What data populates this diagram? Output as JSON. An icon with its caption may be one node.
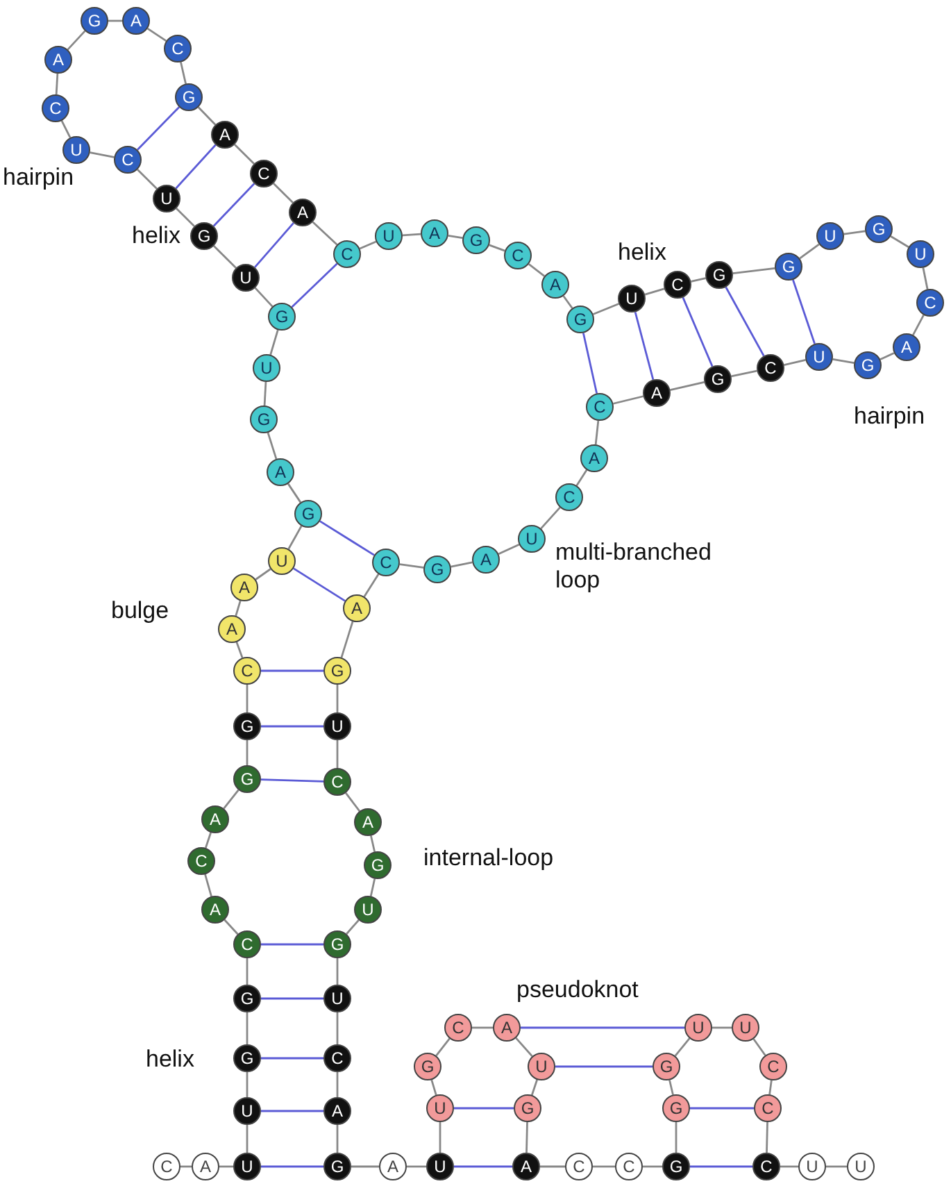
{
  "diagram": {
    "nodes": [
      {
        "text": [
          "C"
        ]
      },
      {
        "text": [
          "A"
        ]
      },
      {
        "text": [
          "U"
        ]
      },
      {
        "text": [
          "U"
        ]
      },
      {
        "text": [
          "G"
        ]
      },
      {
        "text": [
          "G"
        ]
      },
      {
        "text": [
          "C"
        ]
      },
      {
        "text": [
          "A"
        ]
      },
      {
        "text": [
          "C"
        ]
      },
      {
        "text": [
          "A"
        ]
      },
      {
        "text": [
          "G"
        ]
      },
      {
        "text": [
          "G"
        ]
      },
      {
        "text": [
          "C"
        ]
      },
      {
        "text": [
          "A"
        ]
      },
      {
        "text": [
          "A"
        ]
      },
      {
        "text": [
          "U"
        ]
      },
      {
        "text": [
          "G"
        ]
      },
      {
        "text": [
          "A"
        ]
      },
      {
        "text": [
          "G"
        ]
      },
      {
        "text": [
          "U"
        ]
      },
      {
        "text": [
          "G"
        ]
      },
      {
        "text": [
          "U"
        ]
      },
      {
        "text": [
          "G"
        ]
      },
      {
        "text": [
          "U"
        ]
      },
      {
        "text": [
          "C"
        ]
      },
      {
        "text": [
          "U"
        ]
      },
      {
        "text": [
          "C"
        ]
      },
      {
        "text": [
          "A"
        ]
      },
      {
        "text": [
          "G"
        ]
      },
      {
        "text": [
          "A"
        ]
      },
      {
        "text": [
          "C"
        ]
      },
      {
        "text": [
          "G"
        ]
      },
      {
        "text": [
          "A"
        ]
      },
      {
        "text": [
          "C"
        ]
      },
      {
        "text": [
          "A"
        ]
      },
      {
        "text": [
          "C"
        ]
      },
      {
        "text": [
          "U"
        ]
      },
      {
        "text": [
          "A"
        ]
      },
      {
        "text": [
          "G"
        ]
      },
      {
        "text": [
          "C"
        ]
      },
      {
        "text": [
          "A"
        ]
      },
      {
        "text": [
          "G"
        ]
      },
      {
        "text": [
          "U"
        ]
      },
      {
        "text": [
          "C"
        ]
      },
      {
        "text": [
          "G"
        ]
      },
      {
        "text": [
          "G"
        ]
      },
      {
        "text": [
          "U"
        ]
      },
      {
        "text": [
          "G"
        ]
      },
      {
        "text": [
          "U"
        ]
      },
      {
        "text": [
          "C"
        ]
      },
      {
        "text": [
          "A"
        ]
      },
      {
        "text": [
          "G"
        ]
      },
      {
        "text": [
          "U"
        ]
      },
      {
        "text": [
          "C"
        ]
      },
      {
        "text": [
          "G"
        ]
      },
      {
        "text": [
          "A"
        ]
      },
      {
        "text": [
          "C"
        ]
      },
      {
        "text": [
          "A"
        ]
      },
      {
        "text": [
          "C"
        ]
      },
      {
        "text": [
          "U"
        ]
      },
      {
        "text": [
          "A"
        ]
      },
      {
        "text": [
          "G"
        ]
      },
      {
        "text": [
          "C"
        ]
      },
      {
        "text": [
          "A"
        ]
      },
      {
        "text": [
          "G"
        ]
      },
      {
        "text": [
          "U"
        ]
      },
      {
        "text": [
          "C"
        ]
      },
      {
        "text": [
          "A"
        ]
      },
      {
        "text": [
          "G"
        ]
      },
      {
        "text": [
          "U"
        ]
      },
      {
        "text": [
          "G"
        ]
      },
      {
        "text": [
          "U"
        ]
      },
      {
        "text": [
          "C"
        ]
      },
      {
        "text": [
          "A"
        ]
      },
      {
        "text": [
          "G"
        ]
      },
      {
        "text": [
          "A"
        ]
      },
      {
        "text": [
          "U"
        ]
      },
      {
        "text": [
          "U"
        ]
      },
      {
        "text": [
          "G"
        ]
      },
      {
        "text": [
          "C"
        ]
      },
      {
        "text": [
          "A"
        ]
      },
      {
        "text": [
          "U"
        ]
      },
      {
        "text": [
          "G"
        ]
      },
      {
        "text": [
          "A"
        ]
      },
      {
        "text": [
          "C"
        ]
      },
      {
        "text": [
          "C"
        ]
      },
      {
        "text": [
          "G"
        ]
      },
      {
        "text": [
          "G"
        ]
      },
      {
        "text": [
          "G"
        ]
      },
      {
        "text": [
          "U"
        ]
      },
      {
        "text": [
          "U"
        ]
      },
      {
        "text": [
          "C"
        ]
      },
      {
        "text": [
          "C"
        ]
      },
      {
        "text": [
          "C"
        ]
      },
      {
        "text": [
          "U"
        ]
      },
      {
        "text": [
          "U"
        ]
      }
    ],
    "edges": [
      {
        "from": 0,
        "to": 1,
        "arrow": "none"
      },
      {
        "from": 1,
        "to": 2,
        "arrow": "none"
      },
      {
        "from": 2,
        "to": 3,
        "arrow": "none"
      },
      {
        "from": 3,
        "to": 4,
        "arrow": "none"
      },
      {
        "from": 4,
        "to": 5,
        "arrow": "none"
      },
      {
        "from": 5,
        "to": 6,
        "arrow": "none"
      },
      {
        "from": 6,
        "to": 7,
        "arrow": "none"
      },
      {
        "from": 7,
        "to": 8,
        "arrow": "none"
      },
      {
        "from": 8,
        "to": 9,
        "arrow": "none"
      },
      {
        "from": 9,
        "to": 10,
        "arrow": "none"
      },
      {
        "from": 10,
        "to": 11,
        "arrow": "none"
      },
      {
        "from": 11,
        "to": 12,
        "arrow": "none"
      },
      {
        "from": 12,
        "to": 13,
        "arrow": "none"
      },
      {
        "from": 13,
        "to": 14,
        "arrow": "none"
      },
      {
        "from": 14,
        "to": 15,
        "arrow": "none"
      },
      {
        "from": 15,
        "to": 16,
        "arrow": "none"
      },
      {
        "from": 16,
        "to": 17,
        "arrow": "none"
      },
      {
        "from": 17,
        "to": 18,
        "arrow": "none"
      },
      {
        "from": 18,
        "to": 19,
        "arrow": "none"
      },
      {
        "from": 19,
        "to": 20,
        "arrow": "none"
      },
      {
        "from": 20,
        "to": 21,
        "arrow": "none"
      },
      {
        "from": 21,
        "to": 22,
        "arrow": "none"
      },
      {
        "from": 22,
        "to": 23,
        "arrow": "none"
      },
      {
        "from": 23,
        "to": 24,
        "arrow": "none"
      },
      {
        "from": 24,
        "to": 25,
        "arrow": "none"
      },
      {
        "from": 25,
        "to": 26,
        "arrow": "none"
      },
      {
        "from": 26,
        "to": 27,
        "arrow": "none"
      },
      {
        "from": 27,
        "to": 28,
        "arrow": "none"
      },
      {
        "from": 28,
        "to": 29,
        "arrow": "none"
      },
      {
        "from": 29,
        "to": 30,
        "arrow": "none"
      },
      {
        "from": 30,
        "to": 31,
        "arrow": "none"
      },
      {
        "from": 31,
        "to": 32,
        "arrow": "none"
      },
      {
        "from": 32,
        "to": 33,
        "arrow": "none"
      },
      {
        "from": 33,
        "to": 34,
        "arrow": "none"
      },
      {
        "from": 34,
        "to": 35,
        "arrow": "none"
      },
      {
        "from": 35,
        "to": 36,
        "arrow": "none"
      },
      {
        "from": 36,
        "to": 37,
        "arrow": "none"
      },
      {
        "from": 37,
        "to": 38,
        "arrow": "none"
      },
      {
        "from": 38,
        "to": 39,
        "arrow": "none"
      },
      {
        "from": 39,
        "to": 40,
        "arrow": "none"
      },
      {
        "from": 40,
        "to": 41,
        "arrow": "none"
      },
      {
        "from": 41,
        "to": 42,
        "arrow": "none"
      },
      {
        "from": 42,
        "to": 43,
        "arrow": "none"
      },
      {
        "from": 43,
        "to": 44,
        "arrow": "none"
      },
      {
        "from": 44,
        "to": 45,
        "arrow": "none"
      },
      {
        "from": 45,
        "to": 46,
        "arrow": "none"
      },
      {
        "from": 46,
        "to": 47,
        "arrow": "none"
      },
      {
        "from": 47,
        "to": 48,
        "arrow": "none"
      },
      {
        "from": 48,
        "to": 49,
        "arrow": "none"
      },
      {
        "from": 49,
        "to": 50,
        "arrow": "none"
      },
      {
        "from": 50,
        "to": 51,
        "arrow": "none"
      },
      {
        "from": 51,
        "to": 52,
        "arrow": "none"
      },
      {
        "from": 52,
        "to": 53,
        "arrow": "none"
      },
      {
        "from": 53,
        "to": 54,
        "arrow": "none"
      },
      {
        "from": 54,
        "to": 55,
        "arrow": "none"
      },
      {
        "from": 55,
        "to": 56,
        "arrow": "none"
      },
      {
        "from": 56,
        "to": 57,
        "arrow": "none"
      },
      {
        "from": 57,
        "to": 58,
        "arrow": "none"
      },
      {
        "from": 58,
        "to": 59,
        "arrow": "none"
      },
      {
        "from": 59,
        "to": 60,
        "arrow": "none"
      },
      {
        "from": 60,
        "to": 61,
        "arrow": "none"
      },
      {
        "from": 61,
        "to": 62,
        "arrow": "none"
      },
      {
        "from": 62,
        "to": 63,
        "arrow": "none"
      },
      {
        "from": 63,
        "to": 64,
        "arrow": "none"
      },
      {
        "from": 64,
        "to": 65,
        "arrow": "none"
      },
      {
        "from": 65,
        "to": 66,
        "arrow": "none"
      },
      {
        "from": 66,
        "to": 67,
        "arrow": "none"
      },
      {
        "from": 67,
        "to": 68,
        "arrow": "none"
      },
      {
        "from": 68,
        "to": 69,
        "arrow": "none"
      },
      {
        "from": 69,
        "to": 70,
        "arrow": "none"
      },
      {
        "from": 70,
        "to": 71,
        "arrow": "none"
      },
      {
        "from": 71,
        "to": 72,
        "arrow": "none"
      },
      {
        "from": 72,
        "to": 73,
        "arrow": "none"
      },
      {
        "from": 73,
        "to": 74,
        "arrow": "none"
      },
      {
        "from": 74,
        "to": 75,
        "arrow": "none"
      },
      {
        "from": 75,
        "to": 76,
        "arrow": "none"
      },
      {
        "from": 76,
        "to": 77,
        "arrow": "none"
      },
      {
        "from": 77,
        "to": 78,
        "arrow": "none"
      },
      {
        "from": 78,
        "to": 79,
        "arrow": "none"
      },
      {
        "from": 79,
        "to": 80,
        "arrow": "none"
      },
      {
        "from": 80,
        "to": 81,
        "arrow": "none"
      },
      {
        "from": 81,
        "to": 82,
        "arrow": "none"
      },
      {
        "from": 82,
        "to": 83,
        "arrow": "none"
      },
      {
        "from": 83,
        "to": 84,
        "arrow": "none"
      },
      {
        "from": 84,
        "to": 85,
        "arrow": "none"
      },
      {
        "from": 85,
        "to": 86,
        "arrow": "none"
      },
      {
        "from": 86,
        "to": 87,
        "arrow": "none"
      },
      {
        "from": 87,
        "to": 88,
        "arrow": "none"
      },
      {
        "from": 88,
        "to": 89,
        "arrow": "none"
      },
      {
        "from": 89,
        "to": 90,
        "arrow": "none"
      },
      {
        "from": 90,
        "to": 91,
        "arrow": "none"
      },
      {
        "from": 91,
        "to": 92,
        "arrow": "none"
      },
      {
        "from": 92,
        "to": 93,
        "arrow": "none"
      },
      {
        "from": 93,
        "to": 94,
        "arrow": "none"
      },
      {
        "from": 94,
        "to": 95,
        "arrow": "none"
      },
      {
        "from": 2,
        "to": 74,
        "arrow": "none",
        "color": "#5b5bd6"
      },
      {
        "from": 3,
        "to": 73,
        "arrow": "none",
        "color": "#5b5bd6"
      },
      {
        "from": 4,
        "to": 72,
        "arrow": "none",
        "color": "#5b5bd6"
      },
      {
        "from": 5,
        "to": 71,
        "arrow": "none",
        "color": "#5b5bd6"
      },
      {
        "from": 6,
        "to": 70,
        "arrow": "none",
        "color": "#5b5bd6"
      },
      {
        "from": 10,
        "to": 66,
        "arrow": "none",
        "color": "#5b5bd6"
      },
      {
        "from": 11,
        "to": 65,
        "arrow": "none",
        "color": "#5b5bd6"
      },
      {
        "from": 12,
        "to": 64,
        "arrow": "none",
        "color": "#5b5bd6"
      },
      {
        "from": 15,
        "to": 63,
        "arrow": "none",
        "color": "#5b5bd6"
      },
      {
        "from": 16,
        "to": 62,
        "arrow": "none",
        "color": "#5b5bd6"
      },
      {
        "from": 20,
        "to": 35,
        "arrow": "none",
        "color": "#5b5bd6"
      },
      {
        "from": 21,
        "to": 34,
        "arrow": "none",
        "color": "#5b5bd6"
      },
      {
        "from": 22,
        "to": 33,
        "arrow": "none",
        "color": "#5b5bd6"
      },
      {
        "from": 23,
        "to": 32,
        "arrow": "none",
        "color": "#5b5bd6"
      },
      {
        "from": 24,
        "to": 31,
        "arrow": "none",
        "color": "#5b5bd6"
      },
      {
        "from": 41,
        "to": 56,
        "arrow": "none",
        "color": "#5b5bd6"
      },
      {
        "from": 42,
        "to": 55,
        "arrow": "none",
        "color": "#5b5bd6"
      },
      {
        "from": 43,
        "to": 54,
        "arrow": "none",
        "color": "#5b5bd6"
      },
      {
        "from": 44,
        "to": 53,
        "arrow": "none",
        "color": "#5b5bd6"
      },
      {
        "from": 45,
        "to": 52,
        "arrow": "none",
        "color": "#5b5bd6"
      },
      {
        "from": 76,
        "to": 83,
        "arrow": "none",
        "color": "#5b5bd6"
      },
      {
        "from": 77,
        "to": 82,
        "arrow": "none",
        "color": "#5b5bd6"
      },
      {
        "from": 80,
        "to": 89,
        "arrow": "none",
        "color": "#5b5bd6"
      },
      {
        "from": 81,
        "to": 88,
        "arrow": "none",
        "color": "#5b5bd6"
      },
      {
        "from": 86,
        "to": 93,
        "arrow": "none",
        "color": "#5b5bd6"
      },
      {
        "from": 87,
        "to": 92,
        "arrow": "none",
        "color": "#5b5bd6"
      }
    ],
    "labels": [
      "hairpin",
      "helix",
      "helix",
      "hairpin",
      "multi-branched loop",
      "bulge",
      "internal-loop",
      "pseudoknot",
      "helix"
    ]
  }
}
